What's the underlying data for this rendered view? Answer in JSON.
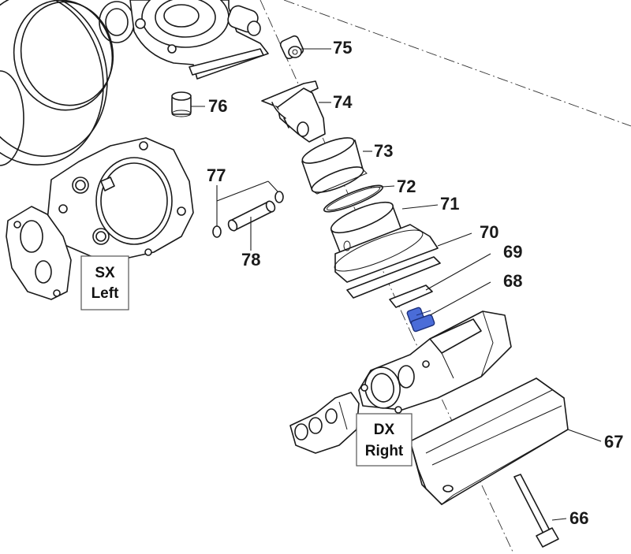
{
  "parts": [
    {
      "id": "p66",
      "number": "66"
    },
    {
      "id": "p67",
      "number": "67"
    },
    {
      "id": "p68",
      "number": "68",
      "highlight_color": "#4a6cd8"
    },
    {
      "id": "p69",
      "number": "69"
    },
    {
      "id": "p70",
      "number": "70"
    },
    {
      "id": "p71",
      "number": "71"
    },
    {
      "id": "p72",
      "number": "72"
    },
    {
      "id": "p73",
      "number": "73"
    },
    {
      "id": "p74",
      "number": "74"
    },
    {
      "id": "p75",
      "number": "75"
    },
    {
      "id": "p76",
      "number": "76"
    },
    {
      "id": "p77",
      "number": "77"
    },
    {
      "id": "p78",
      "number": "78"
    }
  ],
  "side_boxes": {
    "left": {
      "line1": "SX",
      "line2": "Left"
    },
    "right": {
      "line1": "DX",
      "line2": "Right"
    }
  },
  "colors": {
    "line": "#1a1a1a",
    "highlight": "#4a6cd8",
    "background": "#ffffff"
  }
}
